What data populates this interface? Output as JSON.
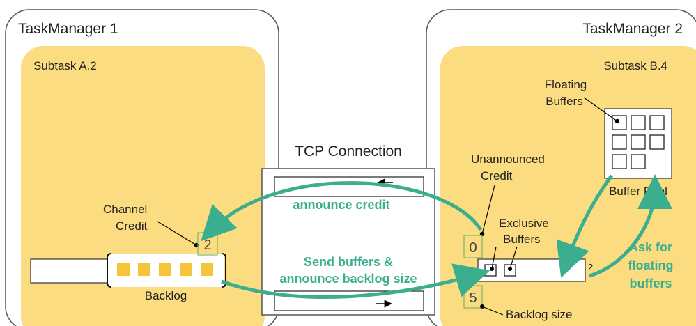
{
  "task_manager_left": {
    "title": "TaskManager 1"
  },
  "task_manager_right": {
    "title": "TaskManager 2"
  },
  "subtask_left": {
    "title": "Subtask A.2",
    "channel_credit_label_line1": "Channel",
    "channel_credit_label_line2": "Credit",
    "channel_credit_value": "2",
    "backlog_label": "Backlog"
  },
  "subtask_right": {
    "title": "Subtask B.4",
    "floating_buffers_line1": "Floating",
    "floating_buffers_line2": "Buffers",
    "buffer_pool_label": "Buffer Pool",
    "unannounced_credit_line1": "Unannounced",
    "unannounced_credit_line2": "Credit",
    "unannounced_credit_value": "0",
    "exclusive_buffers_line1": "Exclusive",
    "exclusive_buffers_line2": "Buffers",
    "backlog_size_value": "5",
    "backlog_size_label": "Backlog size",
    "queue_count": "2"
  },
  "tcp": {
    "title": "TCP Connection"
  },
  "annotations": {
    "announce_credit": "announce credit",
    "send_buffers_line1": "Send buffers &",
    "send_buffers_line2": "announce backlog size",
    "ask_floating_line1": "Ask for",
    "ask_floating_line2": "floating",
    "ask_floating_line3": "buffers"
  },
  "colors": {
    "subtask_fill": "#fbdc80",
    "arrow_green": "#3aae8e",
    "buffer_yellow": "#f5c43a",
    "box_stroke": "#333333",
    "credit_box_stroke": "#7fb36a"
  }
}
